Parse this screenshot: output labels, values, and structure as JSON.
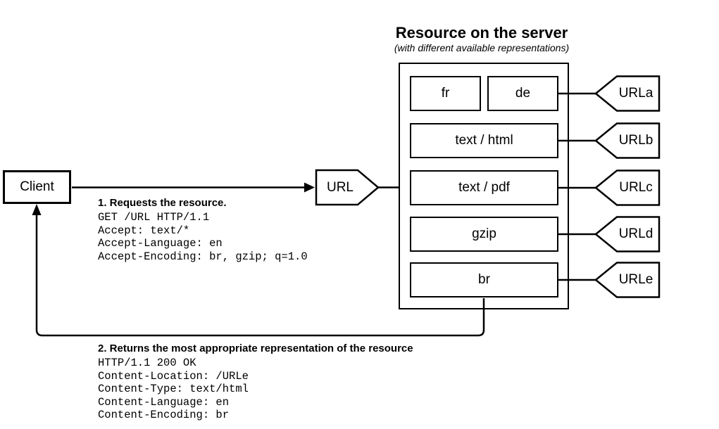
{
  "client": {
    "label": "Client"
  },
  "middle_url": {
    "label": "URL"
  },
  "server": {
    "title": "Resource on the server",
    "subtitle": "(with different available representations)",
    "representations": [
      {
        "label": "fr"
      },
      {
        "label": "de"
      },
      {
        "label": "text / html"
      },
      {
        "label": "text / pdf"
      },
      {
        "label": "gzip"
      },
      {
        "label": "br"
      }
    ]
  },
  "url_tags": [
    {
      "label": "URLa"
    },
    {
      "label": "URLb"
    },
    {
      "label": "URLc"
    },
    {
      "label": "URLd"
    },
    {
      "label": "URLe"
    }
  ],
  "request": {
    "heading": "1. Requests the resource.",
    "lines": [
      "GET /URL HTTP/1.1",
      "Accept: text/*",
      "Accept-Language: en",
      "Accept-Encoding: br, gzip; q=1.0"
    ]
  },
  "response": {
    "heading": "2. Returns the most appropriate representation of the resource",
    "lines": [
      "HTTP/1.1 200 OK",
      "Content-Location: /URLe",
      "Content-Type: text/html",
      "Content-Language: en",
      "Content-Encoding: br"
    ]
  },
  "colors": {
    "stroke": "#000000",
    "background": "#ffffff",
    "text": "#000000"
  }
}
